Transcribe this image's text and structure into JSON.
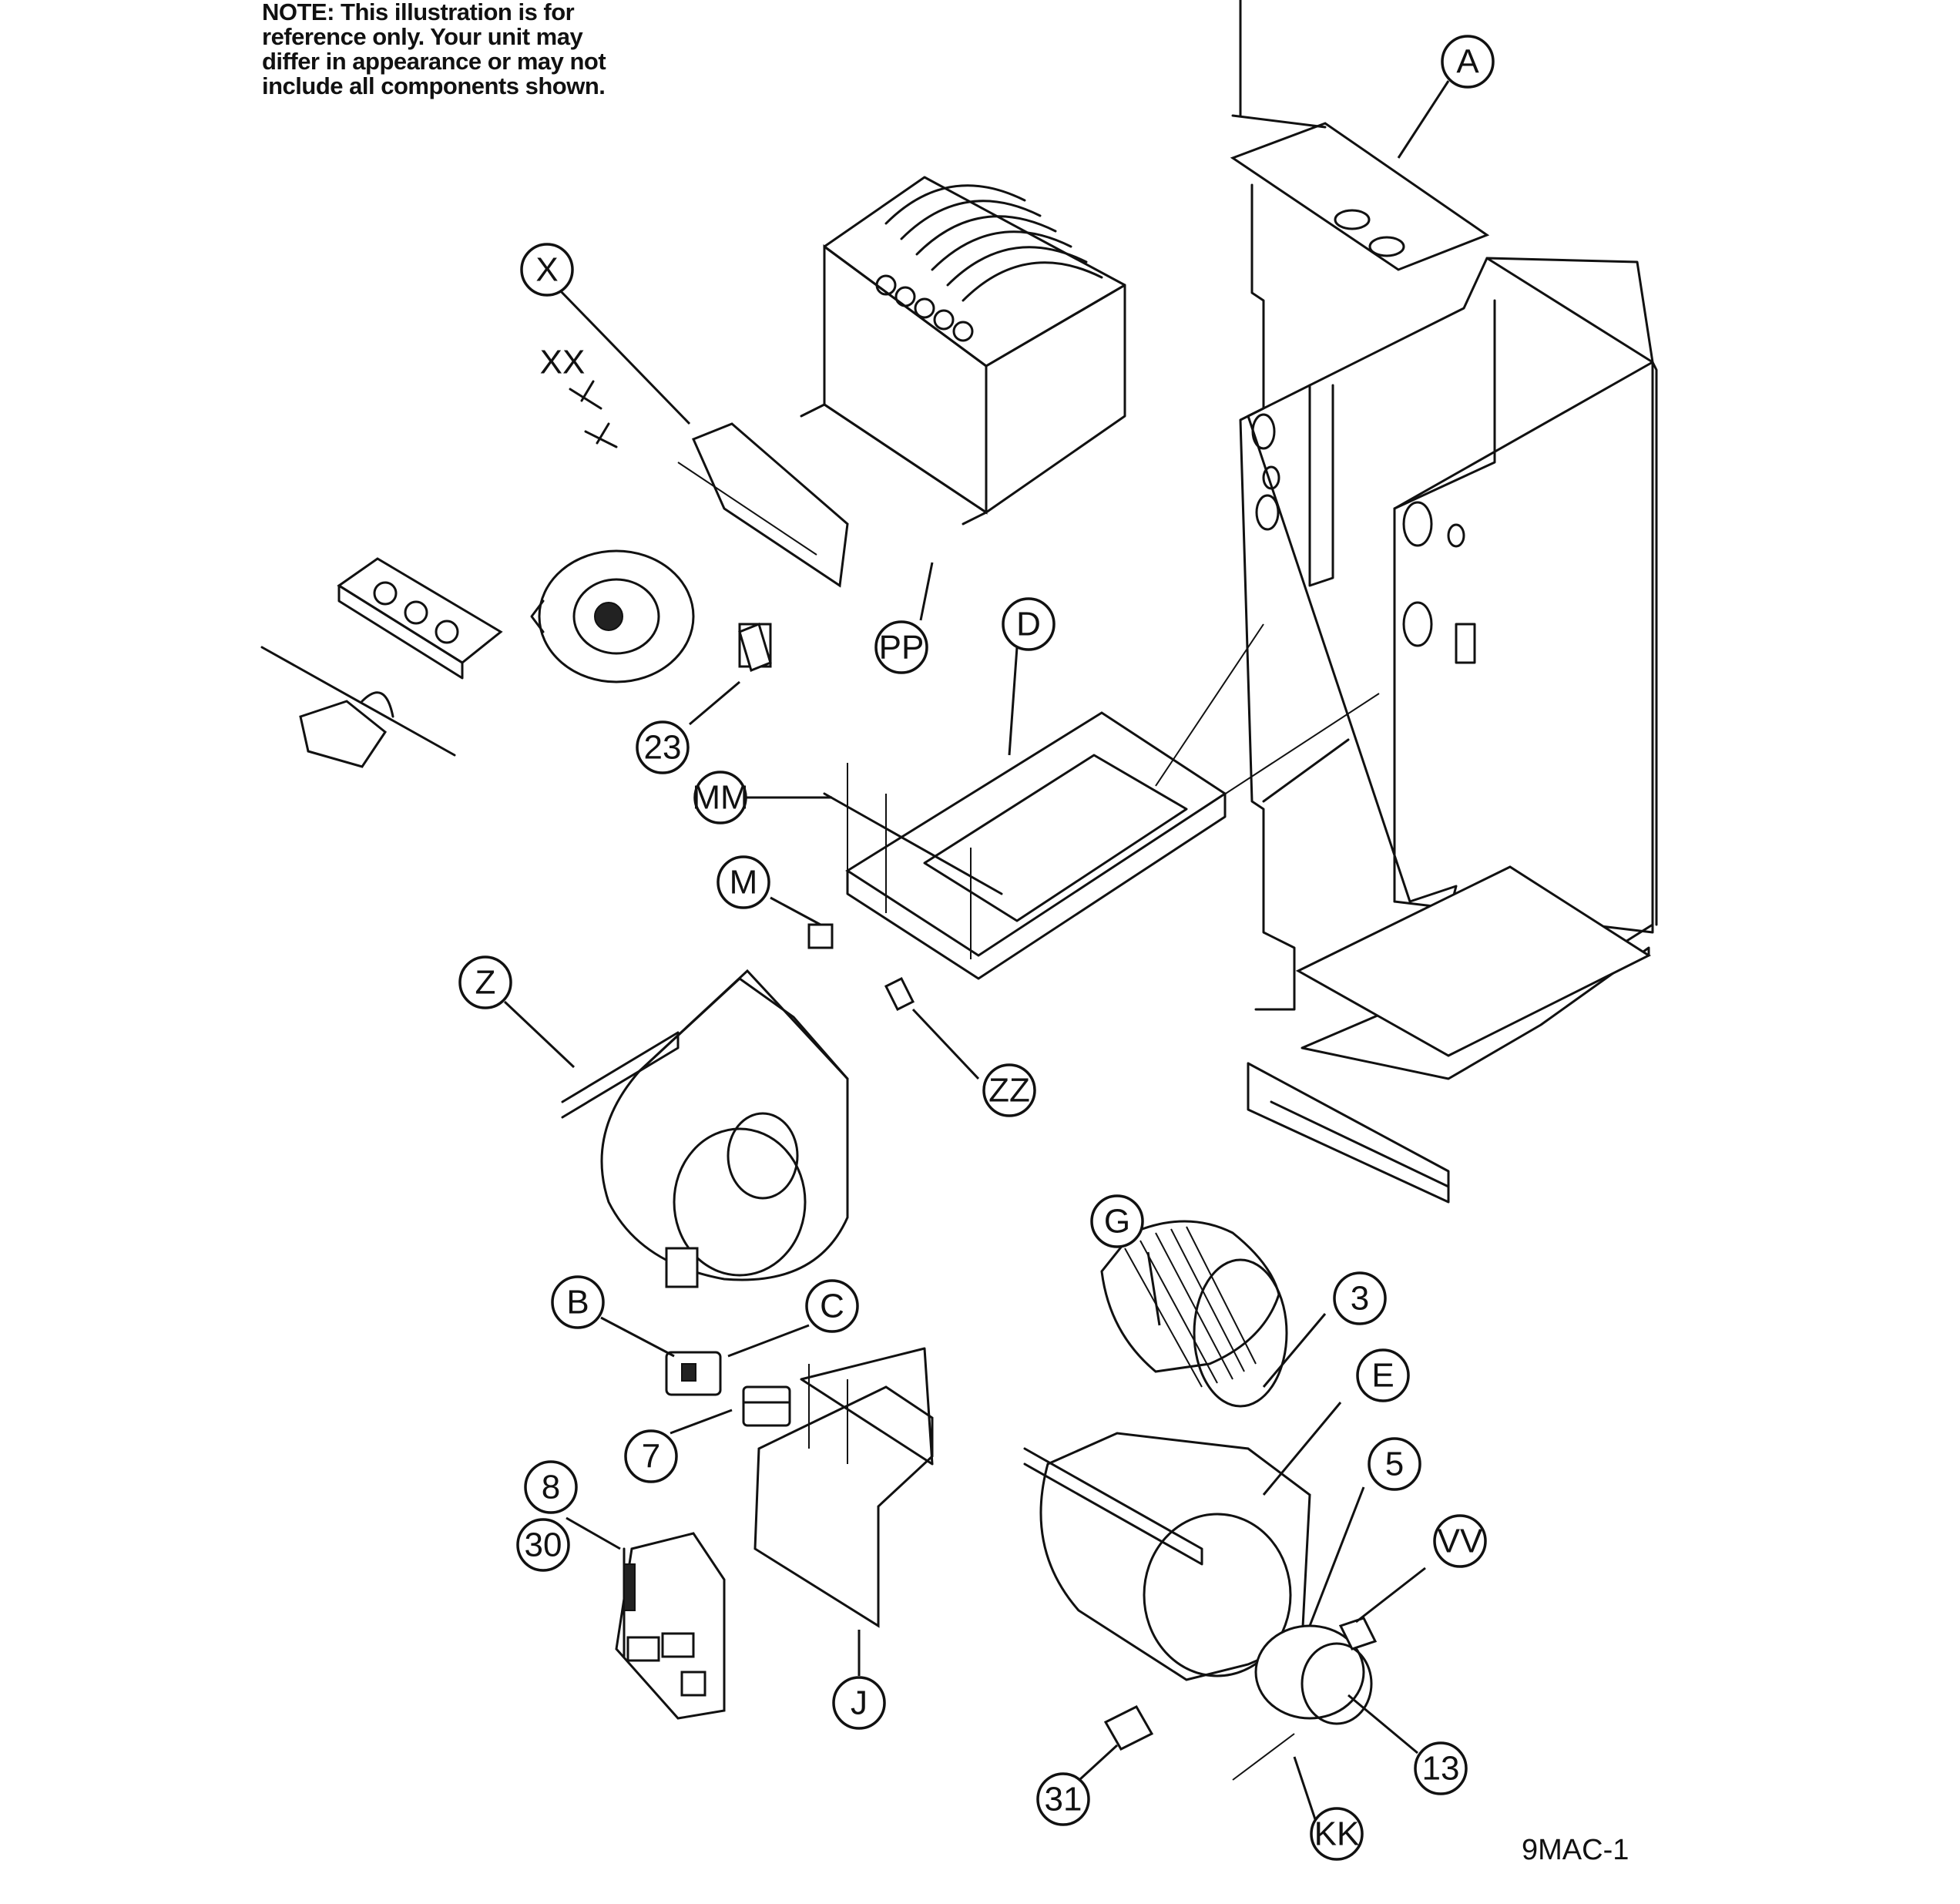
{
  "note": {
    "lines": [
      "NOTE: This illustration is for",
      "reference only. Your unit may",
      "differ in appearance or may not",
      "include all components shown."
    ]
  },
  "figure_id": "9MAC-1",
  "callouts": [
    {
      "id": "A",
      "label": "A"
    },
    {
      "id": "X",
      "label": "X"
    },
    {
      "id": "XX",
      "label": "XX"
    },
    {
      "id": "PP",
      "label": "PP"
    },
    {
      "id": "D",
      "label": "D"
    },
    {
      "id": "23",
      "label": "23"
    },
    {
      "id": "MM",
      "label": "MM"
    },
    {
      "id": "M",
      "label": "M"
    },
    {
      "id": "Z",
      "label": "Z"
    },
    {
      "id": "ZZ",
      "label": "ZZ"
    },
    {
      "id": "G",
      "label": "G"
    },
    {
      "id": "3",
      "label": "3"
    },
    {
      "id": "E",
      "label": "E"
    },
    {
      "id": "5",
      "label": "5"
    },
    {
      "id": "VV",
      "label": "VV"
    },
    {
      "id": "B",
      "label": "B"
    },
    {
      "id": "C",
      "label": "C"
    },
    {
      "id": "7",
      "label": "7"
    },
    {
      "id": "8",
      "label": "8"
    },
    {
      "id": "30",
      "label": "30"
    },
    {
      "id": "J",
      "label": "J"
    },
    {
      "id": "13",
      "label": "13"
    },
    {
      "id": "31",
      "label": "31"
    },
    {
      "id": "KK",
      "label": "KK"
    }
  ]
}
